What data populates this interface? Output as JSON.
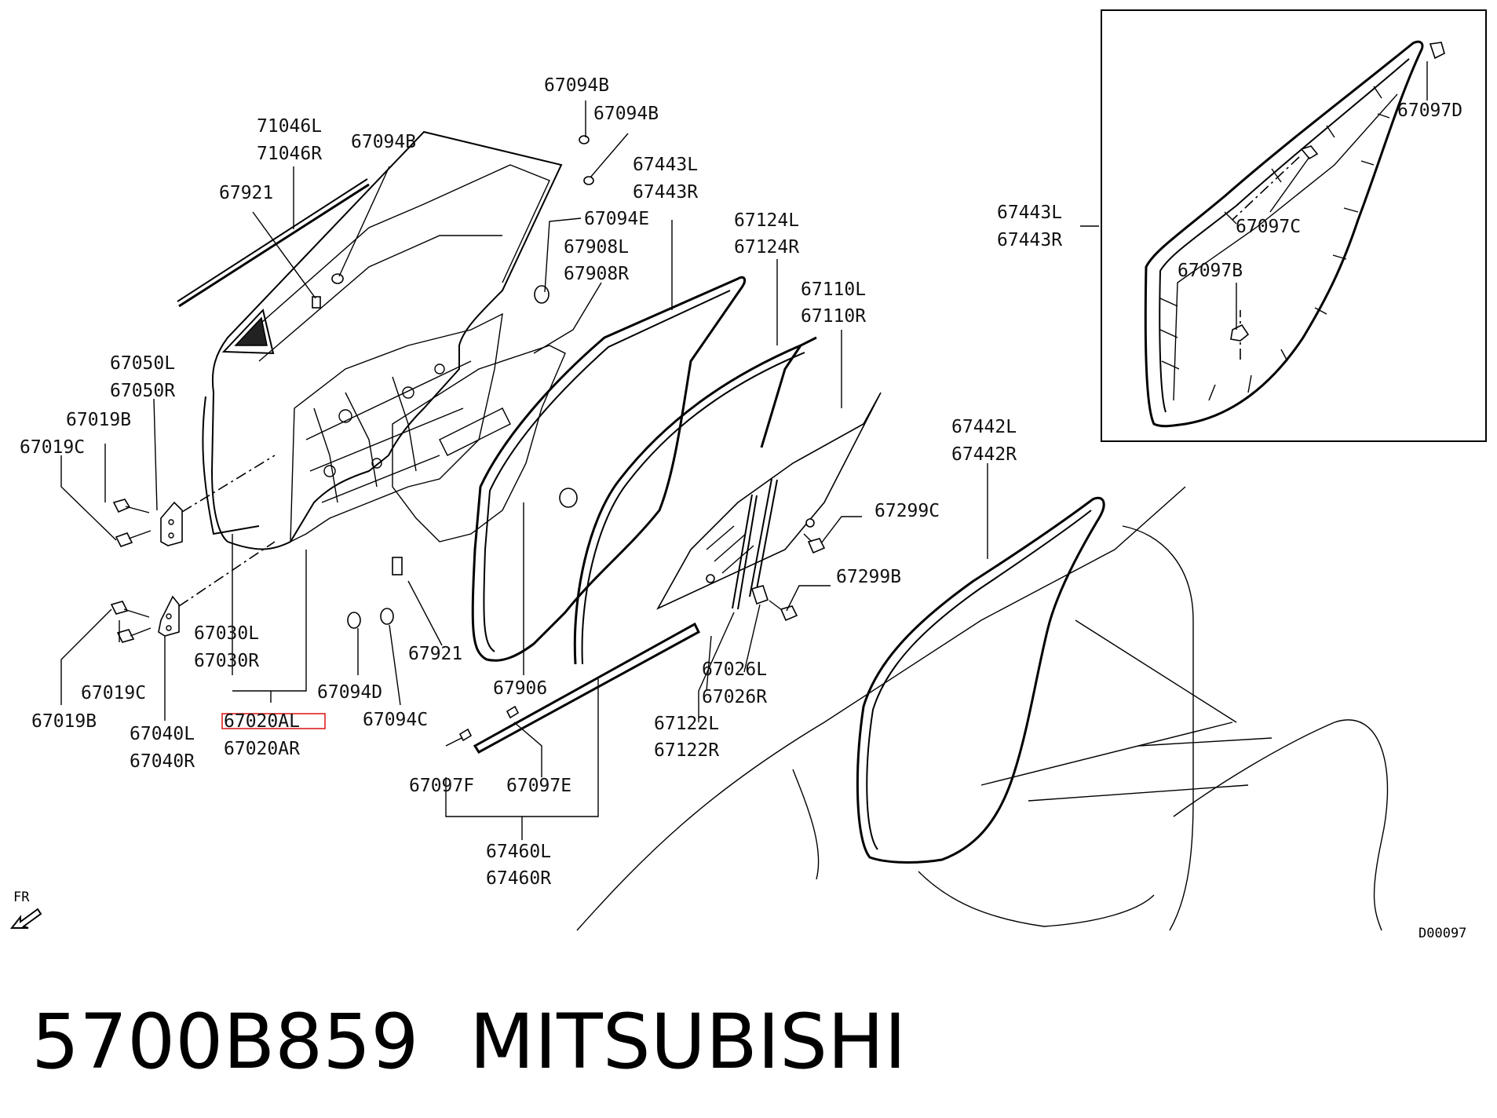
{
  "part_number": "5700B859",
  "brand": "MITSUBISHI",
  "diagram_code": "D00097",
  "direction_label": "FR",
  "highlighted_part": "67020AL",
  "labels": {
    "l_67094B_a": "67094B",
    "l_67094B_b": "67094B",
    "l_71046L": "71046L",
    "l_71046R": "71046R",
    "l_67094B_c": "67094B",
    "l_67921_a": "67921",
    "l_67443L_a": "67443L",
    "l_67443R_a": "67443R",
    "l_67094E": "67094E",
    "l_67908L": "67908L",
    "l_67908R": "67908R",
    "l_67124L": "67124L",
    "l_67124R": "67124R",
    "l_67110L": "67110L",
    "l_67110R": "67110R",
    "l_67050L": "67050L",
    "l_67050R": "67050R",
    "l_67019B_a": "67019B",
    "l_67019C_a": "67019C",
    "l_67299C": "67299C",
    "l_67299B": "67299B",
    "l_67030L": "67030L",
    "l_67030R": "67030R",
    "l_67921_b": "67921",
    "l_67019C_b": "67019C",
    "l_67094D": "67094D",
    "l_67906": "67906",
    "l_67026L": "67026L",
    "l_67026R": "67026R",
    "l_67019B_b": "67019B",
    "l_67040L": "67040L",
    "l_67040R": "67040R",
    "l_67020AL": "67020AL",
    "l_67020AR": "67020AR",
    "l_67094C": "67094C",
    "l_67122L": "67122L",
    "l_67122R": "67122R",
    "l_67097F": "67097F",
    "l_67097E": "67097E",
    "l_67460L": "67460L",
    "l_67460R": "67460R",
    "l_67442L": "67442L",
    "l_67442R": "67442R",
    "l_67097D": "67097D",
    "l_67443L_b": "67443L",
    "l_67443R_b": "67443R",
    "l_67097C": "67097C",
    "l_67097B": "67097B"
  }
}
